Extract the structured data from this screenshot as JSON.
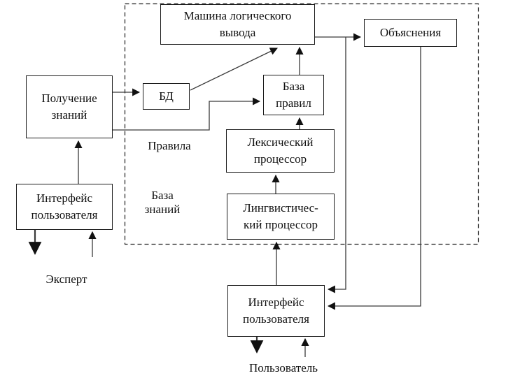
{
  "diagram": {
    "title": "Expert system architecture (Russian block diagram)",
    "colors": {
      "line": "#3a3a3a",
      "box_border": "#1c1c1c",
      "box_background": "#ffffff",
      "page_background": "#ffffff",
      "text": "#111111"
    },
    "boxes": {
      "inference_engine": {
        "lines": [
          "Машина логического",
          "вывода"
        ]
      },
      "explanations": {
        "lines": [
          "Объяснения"
        ]
      },
      "knowledge_acquisitionturn": {
        "lines": []
      },
      "knowledge_acquisition": {
        "lines": [
          "Получение",
          "знаний"
        ]
      },
      "db": {
        "lines": [
          "БД"
        ]
      },
      "rule_base": {
        "lines": [
          "База",
          "правил"
        ]
      },
      "lexical_processor": {
        "lines": [
          "Лексический",
          "процессор"
        ]
      },
      "linguistic_processor": {
        "lines": [
          "Лингвистичес-",
          "кий процессор"
        ]
      },
      "expert_interface": {
        "lines": [
          "Интерфейс",
          "пользователя"
        ]
      },
      "user_interface": {
        "lines": [
          "Интерфейс",
          "пользователя"
        ]
      }
    },
    "labels": {
      "rules": "Правила",
      "knowledge_base": {
        "lines": [
          "База",
          "знаний"
        ]
      },
      "expert": "Эксперт",
      "user": "Пользователь"
    }
  }
}
